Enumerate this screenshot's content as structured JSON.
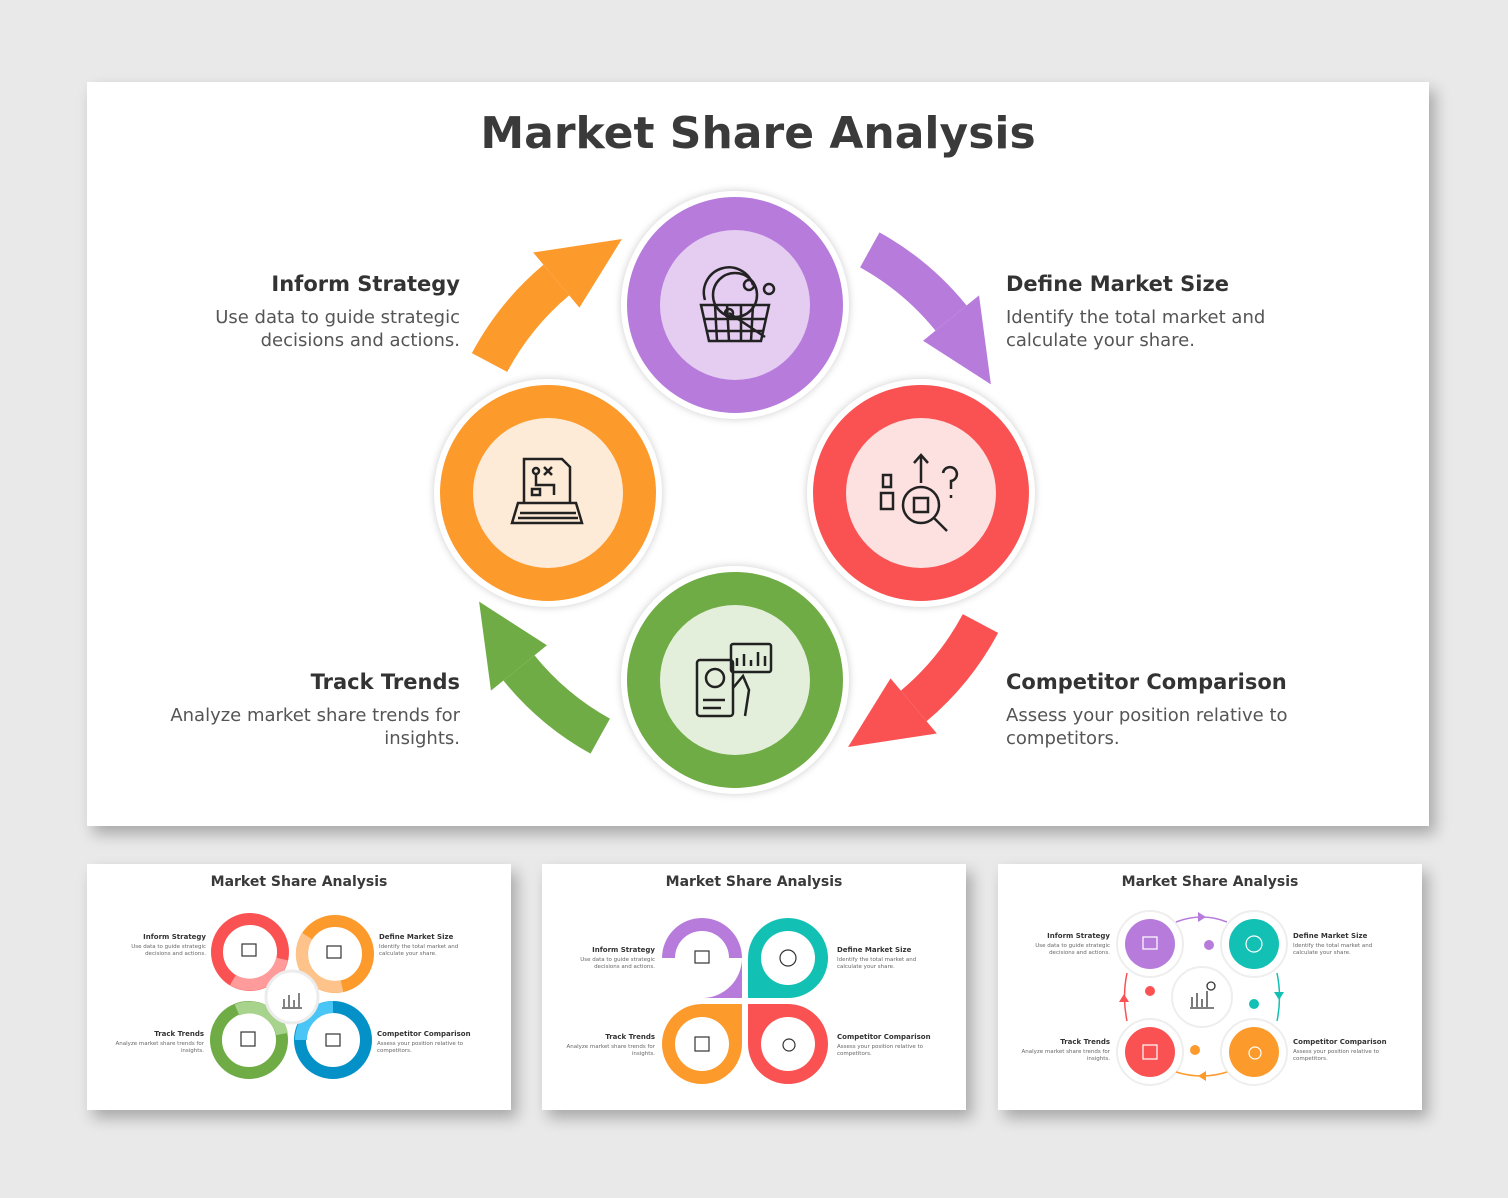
{
  "title": "Market Share Analysis",
  "steps": [
    {
      "heading": "Inform Strategy",
      "description": "Use data to guide strategic decisions and actions."
    },
    {
      "heading": "Define Market Size",
      "description": "Identify the total market and calculate your share."
    },
    {
      "heading": "Competitor Comparison",
      "description": "Assess your position relative to competitors."
    },
    {
      "heading": "Track Trends",
      "description": "Analyze market share trends for insights."
    }
  ],
  "icons": {
    "define": "market-basket-globe-icon",
    "competitor": "magnifier-comparison-icon",
    "trends": "phone-chart-icon",
    "strategy": "laptop-strategy-icon",
    "center": "bar-chart-dollar-icon"
  },
  "colors": {
    "purple": "#b77cdb",
    "purple_light": "#e4cdf1",
    "red": "#fa5252",
    "red_light": "#fde0e0",
    "green": "#6fac45",
    "green_light": "#e3efdb",
    "orange": "#fd9a2c",
    "orange_light": "#feebd7",
    "teal": "#12c0b4",
    "blue": "#0391c8",
    "blue_light": "#49c6f5"
  },
  "thumbnails": [
    {
      "title": "Market Share Analysis"
    },
    {
      "title": "Market Share Analysis"
    },
    {
      "title": "Market Share Analysis"
    }
  ]
}
